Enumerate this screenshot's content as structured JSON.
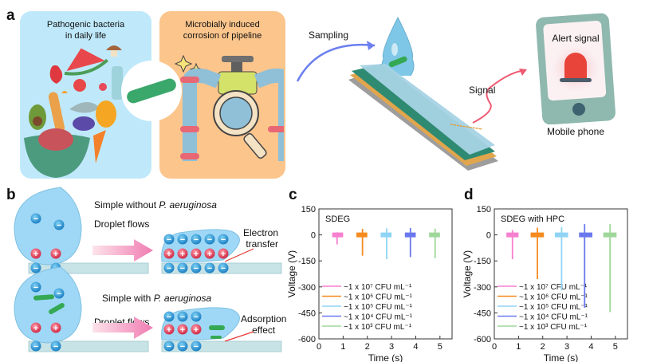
{
  "panel_a": {
    "letter": "a",
    "left_box_title": [
      "Pathogenic bacteria",
      "in daily life"
    ],
    "right_box_title": [
      "Microbially induced",
      "corrosion of pipeline"
    ],
    "sampling_label": "Sampling",
    "signal_label": "Signal",
    "phone_screen_label": "Alert signal",
    "phone_caption": "Mobile phone",
    "colors": {
      "left_box": "#bfe9fb",
      "right_box": "#fbc58c",
      "sampling_arrow": "#6b7ff0",
      "signal_arrow": "#ef5a72",
      "phone_body": "#8fb8ae",
      "alarm": "#e8443a"
    }
  },
  "panel_b": {
    "letter": "b",
    "row1_title_prefix": "Simple without ",
    "row1_title_italic": "P. aeruginosa",
    "row2_title_prefix": "Simple with ",
    "row2_title_italic": "P. aeruginosa",
    "arrow_label": "Droplet flows",
    "row1_annotation": [
      "Electron",
      "transfer"
    ],
    "row2_annotation": [
      "Adsorption",
      "effect"
    ],
    "minus_symbol": "−",
    "plus_symbol": "+"
  },
  "chart_data": [
    {
      "panel": "c",
      "type": "line",
      "title": "SDEG",
      "xlabel": "Time (s)",
      "ylabel": "Voltage (V)",
      "xlim": [
        0,
        5.5
      ],
      "ylim": [
        -600,
        150
      ],
      "xticks": [
        0,
        1,
        2,
        3,
        4,
        5
      ],
      "yticks": [
        150,
        0,
        -150,
        -300,
        -450,
        -600
      ],
      "legend_position": "bottom-left",
      "series": [
        {
          "name": "~1 x 10⁷ CFU mL⁻¹",
          "color": "#f77fcf",
          "t_start": 0.55,
          "t_end": 1.0,
          "spike_t": 0.75,
          "max_v": 15,
          "min_v": -55
        },
        {
          "name": "~1 x 10⁶ CFU mL⁻¹",
          "color": "#f58a1f",
          "t_start": 1.55,
          "t_end": 2.0,
          "spike_t": 1.8,
          "max_v": 35,
          "min_v": -120
        },
        {
          "name": "~1 x 10⁵ CFU mL⁻¹",
          "color": "#8fd4f5",
          "t_start": 2.55,
          "t_end": 3.0,
          "spike_t": 2.8,
          "max_v": 38,
          "min_v": -140
        },
        {
          "name": "~1 x 10⁴ CFU mL⁻¹",
          "color": "#6a78ee",
          "t_start": 3.55,
          "t_end": 4.0,
          "spike_t": 3.78,
          "max_v": 40,
          "min_v": -128
        },
        {
          "name": "~1 x 10³ CFU mL⁻¹",
          "color": "#9fd79b",
          "t_start": 4.55,
          "t_end": 5.0,
          "spike_t": 4.8,
          "max_v": 36,
          "min_v": -135
        }
      ]
    },
    {
      "panel": "d",
      "type": "line",
      "title": "SDEG with HPC",
      "xlabel": "Time (s)",
      "ylabel": "Voltage (V)",
      "xlim": [
        0,
        5.5
      ],
      "ylim": [
        -600,
        150
      ],
      "xticks": [
        0,
        1,
        2,
        3,
        4,
        5
      ],
      "yticks": [
        150,
        0,
        -150,
        -300,
        -450,
        -600
      ],
      "legend_position": "bottom-left",
      "series": [
        {
          "name": "~1 x 10⁷ CFU mL⁻¹",
          "color": "#f77fcf",
          "t_start": 0.5,
          "t_end": 1.0,
          "spike_t": 0.75,
          "max_v": 28,
          "min_v": -140
        },
        {
          "name": "~1 x 10⁶ CFU mL⁻¹",
          "color": "#f58a1f",
          "t_start": 1.5,
          "t_end": 2.05,
          "spike_t": 1.78,
          "max_v": 42,
          "min_v": -255
        },
        {
          "name": "~1 x 10⁵ CFU mL⁻¹",
          "color": "#8fd4f5",
          "t_start": 2.5,
          "t_end": 3.05,
          "spike_t": 2.78,
          "max_v": 45,
          "min_v": -320
        },
        {
          "name": "~1 x 10⁴ CFU mL⁻¹",
          "color": "#6a78ee",
          "t_start": 3.5,
          "t_end": 4.05,
          "spike_t": 3.73,
          "max_v": 62,
          "min_v": -420
        },
        {
          "name": "~1 x 10³ CFU mL⁻¹",
          "color": "#9fd79b",
          "t_start": 4.5,
          "t_end": 5.05,
          "spike_t": 4.78,
          "max_v": 62,
          "min_v": -445
        }
      ]
    }
  ]
}
